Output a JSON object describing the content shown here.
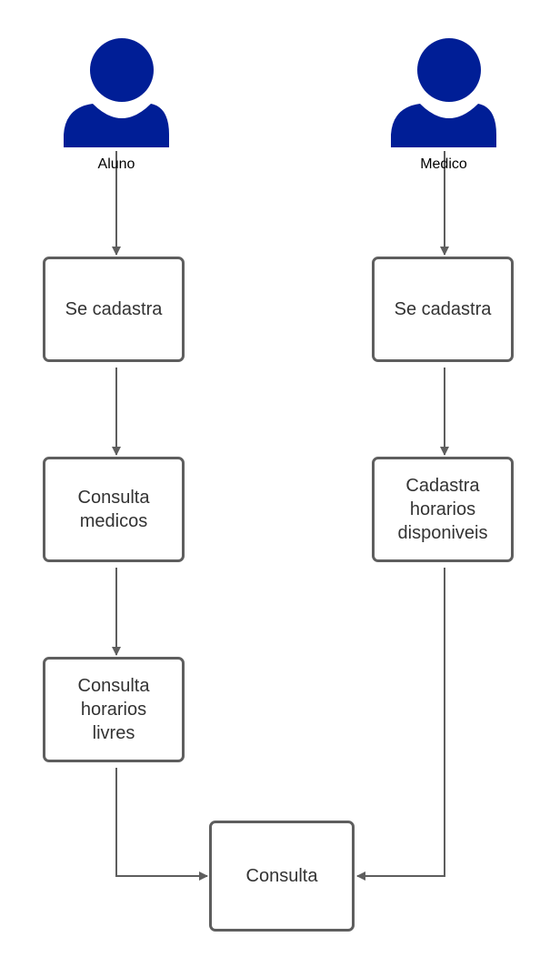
{
  "actors": {
    "aluno": {
      "label": "Aluno"
    },
    "medico": {
      "label": "Medico"
    }
  },
  "nodes": {
    "aluno_cadastra": "Se cadastra",
    "consulta_medicos": "Consulta\nmedicos",
    "consulta_horarios": "Consulta\nhorarios\nlivres",
    "medico_cadastra": "Se cadastra",
    "cadastra_horarios": "Cadastra\nhorarios\ndisponiveis",
    "consulta": "Consulta"
  },
  "colors": {
    "actor_fill": "#001e96",
    "node_border": "#5e5e5e",
    "connector": "#5e5e5e",
    "text": "#333333"
  }
}
